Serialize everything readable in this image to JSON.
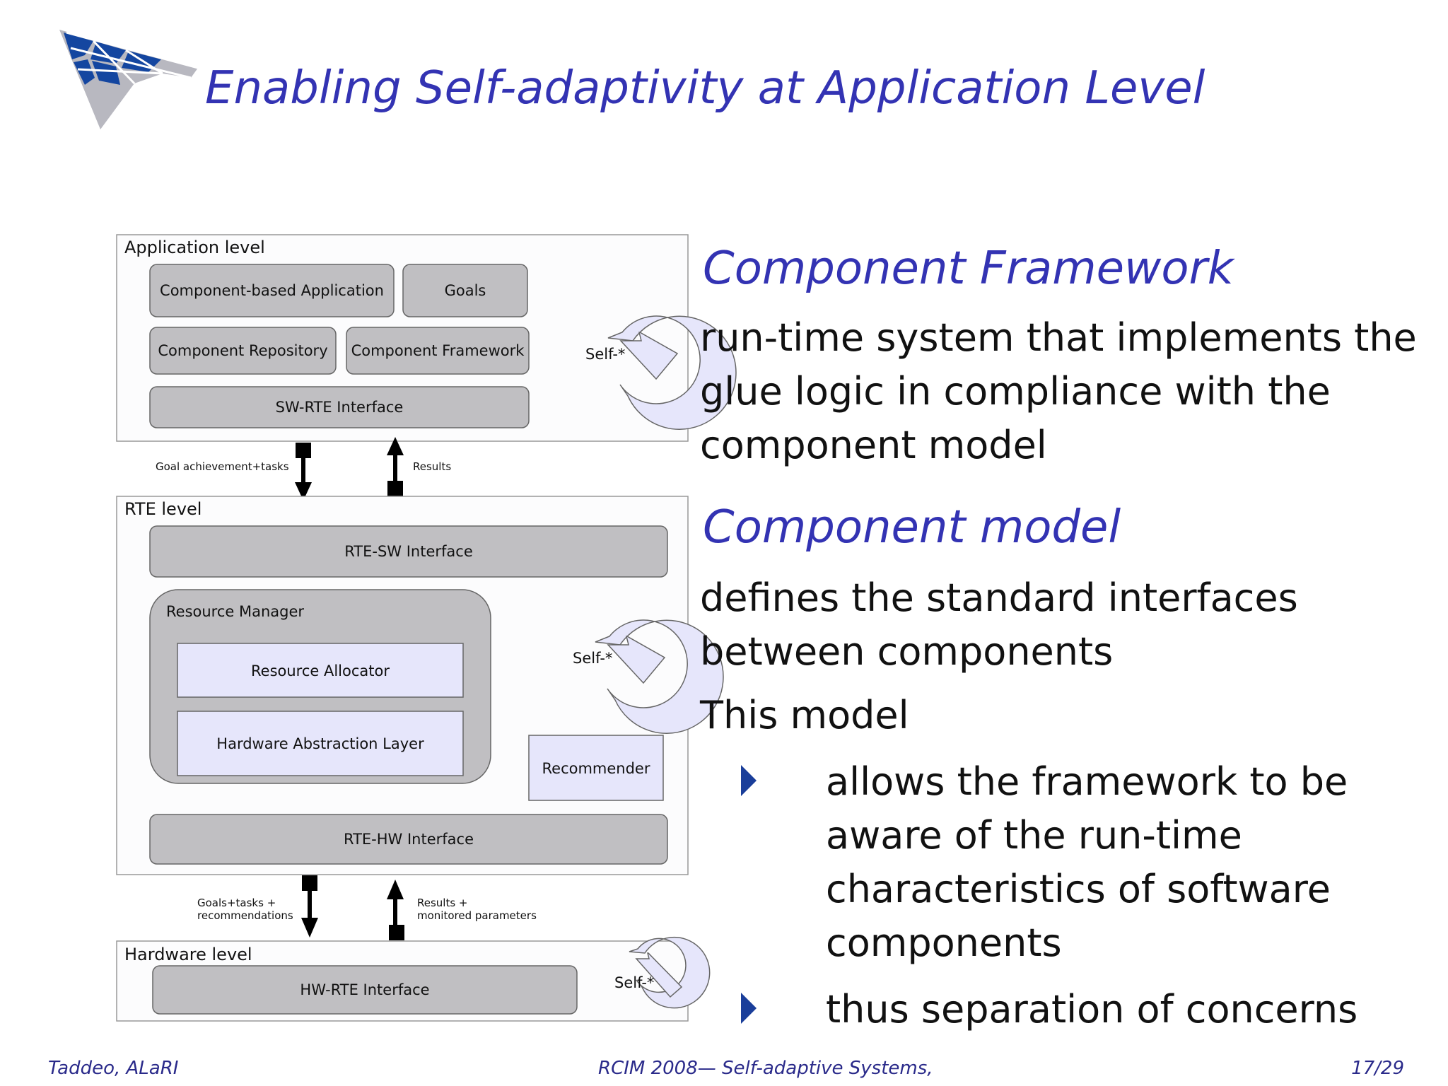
{
  "slide": {
    "title": "Enabling Self-adaptivity at Application Level"
  },
  "diagram": {
    "application_level": {
      "label": "Application level",
      "component_based_application": "Component-based Application",
      "goals": "Goals",
      "component_repository": "Component Repository",
      "component_framework": "Component Framework",
      "sw_rte_interface": "SW-RTE Interface",
      "self": "Self-*"
    },
    "app_rte_arrows": {
      "down_label": "Goal achievement+tasks",
      "up_label": "Results"
    },
    "rte_level": {
      "label": "RTE level",
      "rte_sw_interface": "RTE-SW Interface",
      "resource_manager": "Resource Manager",
      "resource_allocator": "Resource Allocator",
      "hardware_abstraction_layer": "Hardware Abstraction Layer",
      "self": "Self-*",
      "recommender": "Recommender",
      "rte_hw_interface": "RTE-HW Interface"
    },
    "rte_hw_arrows": {
      "down_label_line1": "Goals+tasks +",
      "down_label_line2": "recommendations",
      "up_label_line1": "Results +",
      "up_label_line2": "monitored parameters"
    },
    "hardware_level": {
      "label": "Hardware level",
      "hw_rte_interface": "HW-RTE Interface",
      "self": "Self-*"
    }
  },
  "content": {
    "heading1": "Component Framework",
    "para1": "run-time system that implements the glue logic in compliance with the component model",
    "heading2": "Component model",
    "para2": "defines the standard interfaces between components",
    "para3": "This model",
    "bullets": [
      "allows the framework to be aware of the run-time characteristics of software components",
      "thus separation of concerns"
    ]
  },
  "footer": {
    "left": "Taddeo, ALaRI",
    "middle": "RCIM 2008— Self-adaptive Systems,",
    "right": "17/29"
  }
}
